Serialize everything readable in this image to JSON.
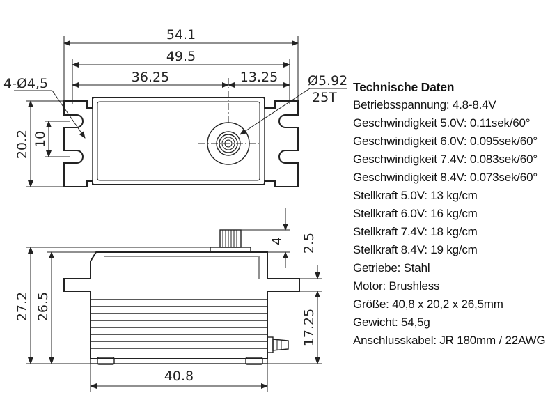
{
  "dimensions": {
    "top_overall_width": "54.1",
    "top_hole_spacing": "49.5",
    "top_left_to_shaft": "36.25",
    "top_shaft_to_right": "13.25",
    "holes": "4-Ø4,5",
    "spline_diameter": "Ø5.92",
    "spline_teeth": "25T",
    "top_height": "20.2",
    "top_slot_spacing": "10",
    "side_height_total": "27.2",
    "side_height_body": "26.5",
    "side_shaft_height": "4",
    "side_shaft_offset": "2.5",
    "side_mount_height": "17.25",
    "side_width": "40.8"
  },
  "specs": {
    "title": "Technische Daten",
    "rows": [
      "Betriebsspannung: 4.8-8.4V",
      "Geschwindigkeit 5.0V: 0.11sek/60°",
      "Geschwindigkeit 6.0V: 0.095sek/60°",
      "Geschwindigkeit 7.4V: 0.083sek/60°",
      "Geschwindigkeit 8.4V: 0.073sek/60°",
      "Stellkraft 5.0V:  13 kg/cm",
      "Stellkraft 6.0V:  16 kg/cm",
      "Stellkraft 7.4V:  18 kg/cm",
      "Stellkraft 8.4V:  19 kg/cm",
      "Getriebe: Stahl",
      "Motor: Brushless",
      "Größe: 40,8 x 20,2 x 26,5mm",
      "Gewicht: 54,5g",
      "Anschlusskabel: JR 180mm / 22AWG"
    ]
  }
}
